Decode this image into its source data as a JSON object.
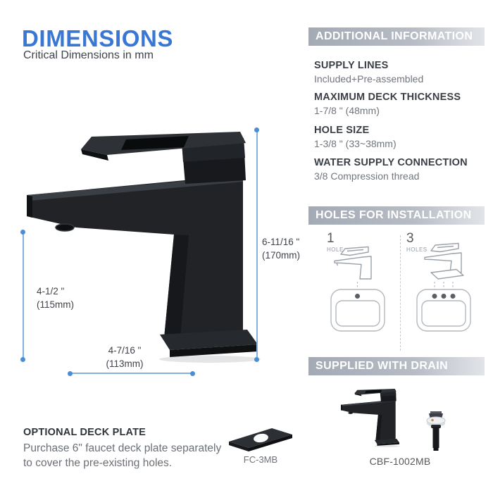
{
  "header": {
    "title": "DIMENSIONS",
    "subtitle": "Critical Dimensions in mm"
  },
  "dimensions": {
    "height": {
      "inches": "6-11/16 \"",
      "mm": "(170mm)"
    },
    "spout_height": {
      "inches": "4-1/2 \"",
      "mm": "(115mm)"
    },
    "length": {
      "inches": "4-7/16 \"",
      "mm": "(113mm)"
    }
  },
  "deck_plate": {
    "heading": "OPTIONAL DECK PLATE",
    "line1": "Purchase 6\" faucet deck plate separately",
    "line2": "to cover the pre-existing holes.",
    "model": "FC-3MB"
  },
  "additional_info": {
    "header": "ADDITIONAL INFORMATION",
    "items": [
      {
        "label": "SUPPLY LINES",
        "value": "Included+Pre-assembled"
      },
      {
        "label": "MAXIMUM DECK THICKNESS",
        "value": "1-7/8 \" (48mm)"
      },
      {
        "label": "HOLE SIZE",
        "value": "1-3/8 \" (33~38mm)"
      },
      {
        "label": "WATER SUPPLY CONNECTION",
        "value": "3/8 Compression thread"
      }
    ]
  },
  "holes": {
    "header": "HOLES FOR INSTALLATION",
    "options": [
      {
        "count": "1",
        "label": "HOLE"
      },
      {
        "count": "3",
        "label": "HOLES"
      }
    ]
  },
  "drain": {
    "header": "SUPPLIED WITH DRAIN",
    "model": "CBF-1002MB"
  },
  "colors": {
    "accent_blue": "#3977d4",
    "dimension_line": "#85b1de",
    "bar_gray": "#a3aab4"
  }
}
